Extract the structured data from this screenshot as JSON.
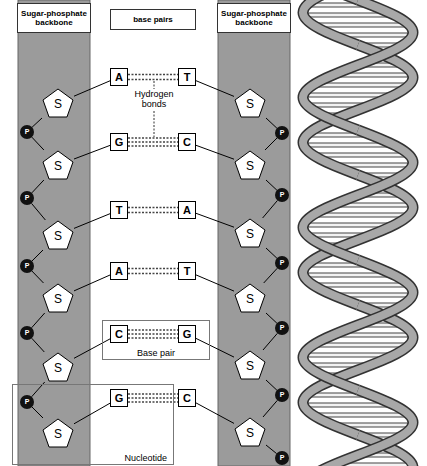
{
  "diagram": {
    "nodes": [
      {
        "text": [
          "Sugar-phosphate backbone"
        ]
      },
      {
        "text": [
          "base pairs"
        ]
      },
      {
        "text": [
          "Sugar-phosphate backbone"
        ]
      },
      {
        "text": [
          "S"
        ]
      },
      {
        "text": [
          "A"
        ]
      },
      {
        "text": [
          "T"
        ]
      },
      {
        "text": [
          "S"
        ]
      },
      {
        "text": [
          "P"
        ]
      },
      {
        "text": [
          "P"
        ]
      },
      {
        "text": [
          "S"
        ]
      },
      {
        "text": [
          "G"
        ]
      },
      {
        "text": [
          "C"
        ]
      },
      {
        "text": [
          "S"
        ]
      },
      {
        "text": [
          "P"
        ]
      },
      {
        "text": [
          "P"
        ]
      },
      {
        "text": [
          "S"
        ]
      },
      {
        "text": [
          "T"
        ]
      },
      {
        "text": [
          "A"
        ]
      },
      {
        "text": [
          "S"
        ]
      },
      {
        "text": [
          "P"
        ]
      },
      {
        "text": [
          "P"
        ]
      },
      {
        "text": [
          "S"
        ]
      },
      {
        "text": [
          "A"
        ]
      },
      {
        "text": [
          "T"
        ]
      },
      {
        "text": [
          "S"
        ]
      },
      {
        "text": [
          "P"
        ]
      },
      {
        "text": [
          "P"
        ]
      },
      {
        "text": [
          "Base pair"
        ]
      },
      {
        "text": [
          "S"
        ]
      },
      {
        "text": [
          "C"
        ],
        "in": 27
      },
      {
        "text": [
          "G"
        ],
        "in": 27
      },
      {
        "text": [
          "S"
        ]
      },
      {
        "text": [
          "Nucleotide"
        ]
      },
      {
        "text": [
          "P"
        ],
        "in": 32
      },
      {
        "text": [
          "P"
        ]
      },
      {
        "text": [
          "S"
        ],
        "in": 32
      },
      {
        "text": [
          "G"
        ],
        "in": 32
      },
      {
        "text": [
          "C"
        ]
      },
      {
        "text": [
          "S"
        ]
      },
      {
        "text": [
          "P"
        ]
      }
    ],
    "edges": [
      {
        "from": 3,
        "to": 4,
        "arrow": "none"
      },
      {
        "from": 6,
        "to": 5,
        "arrow": "none"
      },
      {
        "from": 9,
        "to": 10,
        "arrow": "none"
      },
      {
        "from": 12,
        "to": 11,
        "arrow": "none"
      },
      {
        "from": 15,
        "to": 16,
        "arrow": "none"
      },
      {
        "from": 18,
        "to": 17,
        "arrow": "none"
      },
      {
        "from": 21,
        "to": 22,
        "arrow": "none"
      },
      {
        "from": 24,
        "to": 23,
        "arrow": "none"
      },
      {
        "from": 28,
        "to": 29,
        "arrow": "none"
      },
      {
        "from": 31,
        "to": 30,
        "arrow": "none"
      },
      {
        "from": 35,
        "to": 36,
        "arrow": "none"
      },
      {
        "from": 38,
        "to": 37,
        "arrow": "none"
      },
      {
        "from": 4,
        "to": 5,
        "arrow": "none"
      },
      {
        "from": 10,
        "to": 11,
        "arrow": "none"
      },
      {
        "from": 16,
        "to": 17,
        "arrow": "none"
      },
      {
        "from": 22,
        "to": 23,
        "arrow": "none"
      },
      {
        "from": 29,
        "to": 30,
        "arrow": "none"
      },
      {
        "from": 36,
        "to": 37,
        "arrow": "none"
      },
      {
        "from": 3,
        "to": 7,
        "arrow": "none"
      },
      {
        "from": 7,
        "to": 9,
        "arrow": "none"
      },
      {
        "from": 9,
        "to": 13,
        "arrow": "none"
      },
      {
        "from": 13,
        "to": 15,
        "arrow": "none"
      },
      {
        "from": 15,
        "to": 19,
        "arrow": "none"
      },
      {
        "from": 19,
        "to": 21,
        "arrow": "none"
      },
      {
        "from": 21,
        "to": 25,
        "arrow": "none"
      },
      {
        "from": 25,
        "to": 28,
        "arrow": "none"
      },
      {
        "from": 28,
        "to": 33,
        "arrow": "none"
      },
      {
        "from": 33,
        "to": 35,
        "arrow": "none"
      },
      {
        "from": 6,
        "to": 8,
        "arrow": "none"
      },
      {
        "from": 8,
        "to": 12,
        "arrow": "none"
      },
      {
        "from": 12,
        "to": 14,
        "arrow": "none"
      },
      {
        "from": 14,
        "to": 18,
        "arrow": "none"
      },
      {
        "from": 18,
        "to": 20,
        "arrow": "none"
      },
      {
        "from": 20,
        "to": 24,
        "arrow": "none"
      },
      {
        "from": 24,
        "to": 26,
        "arrow": "none"
      },
      {
        "from": 26,
        "to": 31,
        "arrow": "none"
      },
      {
        "from": 31,
        "to": 34,
        "arrow": "none"
      },
      {
        "from": 34,
        "to": 38,
        "arrow": "none"
      },
      {
        "from": 38,
        "to": 39,
        "arrow": "none"
      }
    ],
    "labels": [
      "Hydrogen bonds"
    ]
  }
}
